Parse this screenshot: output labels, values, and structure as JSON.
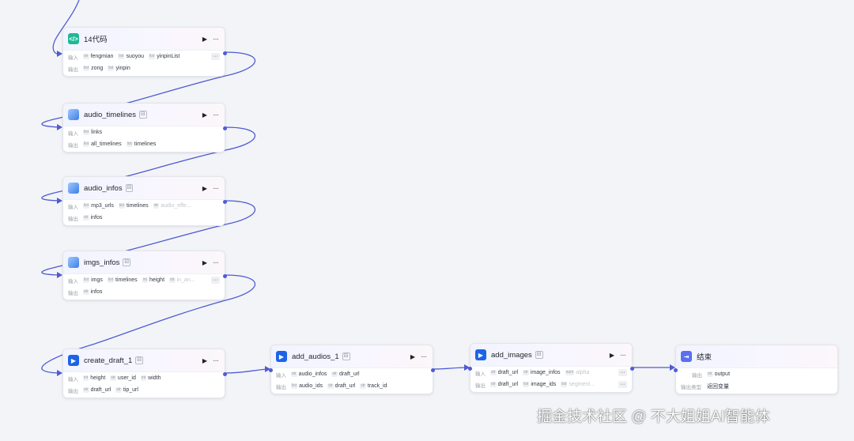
{
  "colors": {
    "wire": "#4f5bd5",
    "canvas": "#f3f4f7"
  },
  "labels": {
    "input": "输入",
    "output": "输出",
    "output_type": "输出类型"
  },
  "nodes": {
    "code14": {
      "title": "14代码",
      "icon": "code-icon",
      "inputs": [
        {
          "type": "str",
          "name": "fengmian"
        },
        {
          "type": "list",
          "name": "suoyou"
        },
        {
          "type": "list",
          "name": "yinpinList"
        }
      ],
      "outputs": [
        {
          "type": "list",
          "name": "zong"
        },
        {
          "type": "list",
          "name": "yinpin"
        }
      ]
    },
    "audio_timelines": {
      "title": "audio_timelines",
      "icon": "plugin-icon",
      "inputs": [
        {
          "type": "list",
          "name": "links"
        }
      ],
      "outputs": [
        {
          "type": "list",
          "name": "all_timelines"
        },
        {
          "type": "list",
          "name": "timelines"
        }
      ]
    },
    "audio_infos": {
      "title": "audio_infos",
      "icon": "plugin-icon",
      "inputs": [
        {
          "type": "list",
          "name": "mp3_urls"
        },
        {
          "type": "list",
          "name": "timelines"
        },
        {
          "type": "str",
          "name": "audio_effe..."
        }
      ],
      "outputs": [
        {
          "type": "str",
          "name": "infos"
        }
      ]
    },
    "imgs_infos": {
      "title": "imgs_infos",
      "icon": "plugin-icon",
      "inputs": [
        {
          "type": "list",
          "name": "imgs"
        },
        {
          "type": "list",
          "name": "timelines"
        },
        {
          "type": "int",
          "name": "height"
        },
        {
          "type": "str",
          "name": "in_an..."
        }
      ],
      "outputs": [
        {
          "type": "str",
          "name": "infos"
        }
      ]
    },
    "create_draft_1": {
      "title": "create_draft_1",
      "icon": "capcut-icon",
      "inputs": [
        {
          "type": "int",
          "name": "height"
        },
        {
          "type": "str",
          "name": "user_id"
        },
        {
          "type": "int",
          "name": "width"
        }
      ],
      "outputs": [
        {
          "type": "str",
          "name": "draft_url"
        },
        {
          "type": "str",
          "name": "tip_url"
        }
      ]
    },
    "add_audios_1": {
      "title": "add_audios_1",
      "icon": "capcut-icon",
      "inputs": [
        {
          "type": "str",
          "name": "audio_infos"
        },
        {
          "type": "str",
          "name": "draft_url"
        }
      ],
      "outputs": [
        {
          "type": "list",
          "name": "audio_ids"
        },
        {
          "type": "str",
          "name": "draft_url"
        },
        {
          "type": "str",
          "name": "track_id"
        }
      ]
    },
    "add_images": {
      "title": "add_images",
      "icon": "capcut-icon",
      "inputs": [
        {
          "type": "str",
          "name": "draft_url"
        },
        {
          "type": "str",
          "name": "image_infos"
        },
        {
          "type": "num",
          "name": "alpha"
        }
      ],
      "outputs": [
        {
          "type": "str",
          "name": "draft_url"
        },
        {
          "type": "list",
          "name": "image_ids"
        },
        {
          "type": "list",
          "name": "segment..."
        }
      ]
    },
    "end": {
      "title": "结束",
      "icon": "end-icon",
      "output_param": {
        "type": "str",
        "name": "output"
      },
      "output_type_value": "返回变量"
    }
  },
  "watermark": "掘金技术社区 @ 不大姐姐AI智能体"
}
